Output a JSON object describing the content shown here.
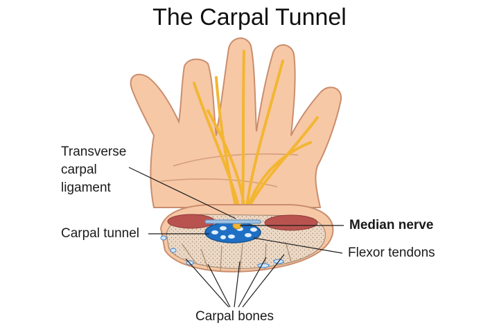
{
  "title": "The Carpal Tunnel",
  "labels": {
    "transverse_line1": "Transverse",
    "transverse_line2": "carpal",
    "transverse_line3": "ligament",
    "carpal_tunnel": "Carpal tunnel",
    "median_nerve": "Median nerve",
    "flexor_tendons": "Flexor tendons",
    "carpal_bones": "Carpal bones"
  },
  "colors": {
    "skin": "#f6c8a6",
    "skin_outline": "#c98d6d",
    "nerve": "#f3b632",
    "muscle": "#b9534f",
    "tunnel_blue": "#1f6fc4",
    "bone": "#ead7c4"
  }
}
